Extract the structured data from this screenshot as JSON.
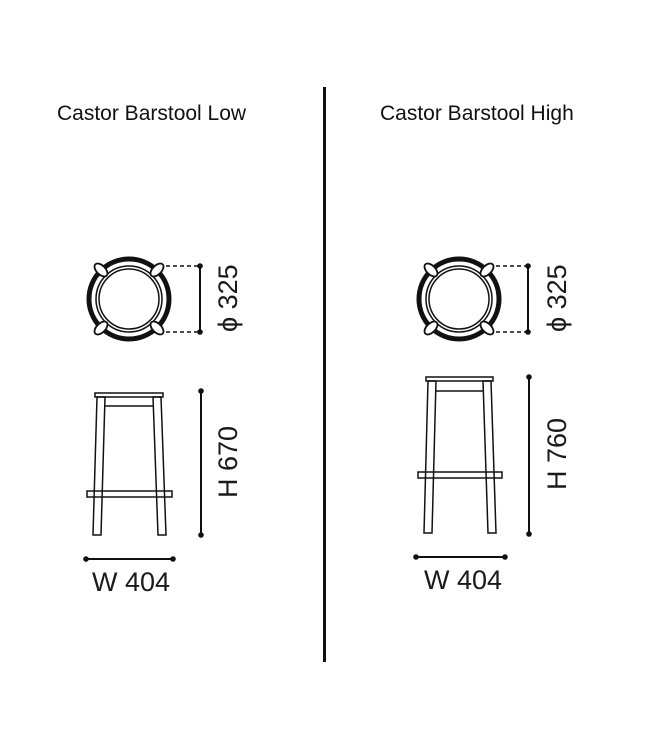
{
  "left": {
    "title": "Castor Barstool Low",
    "diameter_label": "ϕ 325",
    "height_label": "H 670",
    "width_label": "W 404"
  },
  "right": {
    "title": "Castor Barstool High",
    "diameter_label": "ϕ 325",
    "height_label": "H 760",
    "width_label": "W 404"
  },
  "colors": {
    "line": "#111111",
    "background": "#ffffff"
  }
}
